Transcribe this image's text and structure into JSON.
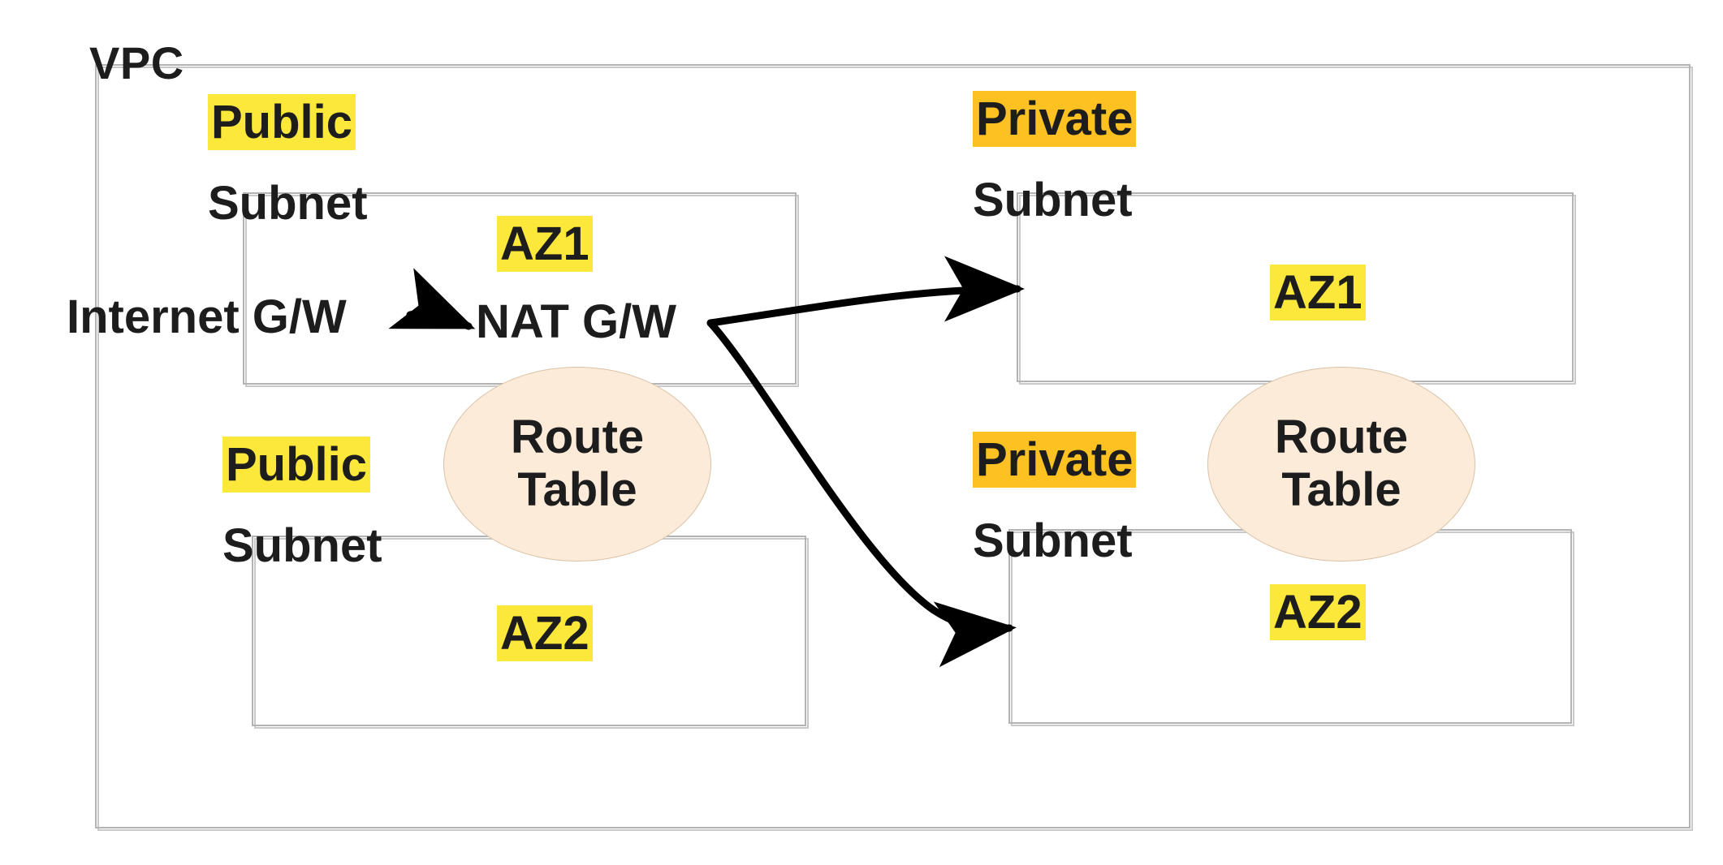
{
  "diagram": {
    "title": "VPC",
    "background_color": "#ffffff",
    "highlight_yellow": "#FBE83A",
    "highlight_orange": "#FDC221",
    "ellipse_fill": "#FCEBD9",
    "box_border_color": "#b3b3b3",
    "text_color": "#1d1d1d"
  },
  "vpc": {
    "label": "VPC"
  },
  "gateways": {
    "internet_gateway": "Internet G/W",
    "nat_gateway": "NAT G/W"
  },
  "subnets": [
    {
      "id": "public-subnet-az1",
      "kind_label": "Public",
      "kind_highlight": "yellow",
      "subnet_label": "Subnet",
      "az_label": "AZ1"
    },
    {
      "id": "public-subnet-az2",
      "kind_label": "Public",
      "kind_highlight": "yellow",
      "subnet_label": "Subnet",
      "az_label": "AZ2"
    },
    {
      "id": "private-subnet-az1",
      "kind_label": "Private",
      "kind_highlight": "orange",
      "subnet_label": "Subnet",
      "az_label": "AZ1"
    },
    {
      "id": "private-subnet-az2",
      "kind_label": "Private",
      "kind_highlight": "orange",
      "subnet_label": "Subnet",
      "az_label": "AZ2"
    }
  ],
  "route_tables": [
    {
      "id": "public-route-table",
      "line1": "Route",
      "line2": "Table"
    },
    {
      "id": "private-route-table",
      "line1": "Route",
      "line2": "Table"
    }
  ],
  "connections": [
    {
      "from": "Internet G/W",
      "to": "NAT G/W"
    },
    {
      "from": "NAT G/W",
      "to": "AZ1 private subnet"
    },
    {
      "from": "NAT G/W",
      "to": "AZ2 private subnet"
    }
  ]
}
